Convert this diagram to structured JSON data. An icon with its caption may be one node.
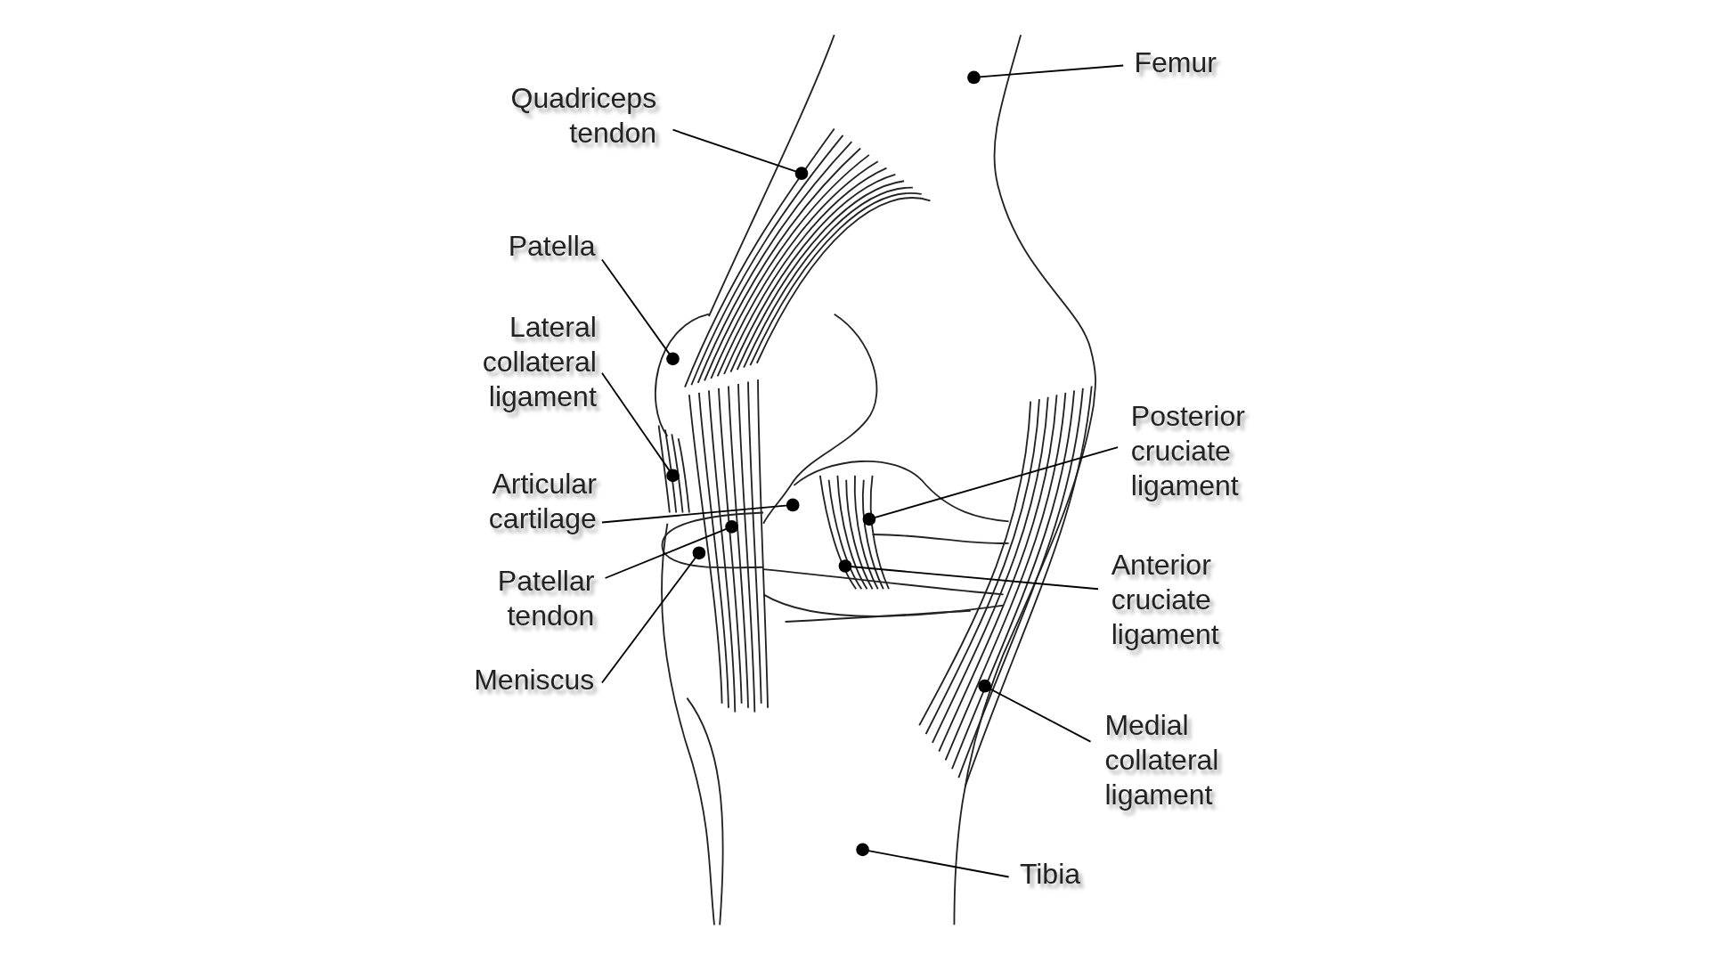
{
  "diagram": {
    "nodes": [
      {
        "text": [
          "Femur"
        ]
      },
      {
        "text": [
          "Quadriceps tendon"
        ]
      },
      {
        "text": [
          "Patella"
        ]
      },
      {
        "text": [
          "Lateral collateral ligament"
        ]
      },
      {
        "text": [
          "Articular cartilage"
        ]
      },
      {
        "text": [
          "Patellar tendon"
        ]
      },
      {
        "text": [
          "Meniscus"
        ]
      },
      {
        "text": [
          "Posterior cruciate ligament"
        ]
      },
      {
        "text": [
          "Anterior cruciate ligament"
        ]
      },
      {
        "text": [
          "Medial collateral ligament"
        ]
      },
      {
        "text": [
          "Tibia"
        ]
      }
    ],
    "edges": [
      {
        "from": 0,
        "to": null,
        "arrow": "other"
      },
      {
        "from": 1,
        "to": null,
        "arrow": "other"
      },
      {
        "from": 2,
        "to": null,
        "arrow": "other"
      },
      {
        "from": 3,
        "to": null,
        "arrow": "other"
      },
      {
        "from": 4,
        "to": null,
        "arrow": "other"
      },
      {
        "from": 5,
        "to": null,
        "arrow": "other"
      },
      {
        "from": 6,
        "to": null,
        "arrow": "other"
      },
      {
        "from": 7,
        "to": null,
        "arrow": "other"
      },
      {
        "from": 8,
        "to": null,
        "arrow": "other"
      },
      {
        "from": 9,
        "to": null,
        "arrow": "other"
      },
      {
        "from": 10,
        "to": null,
        "arrow": "other"
      }
    ]
  }
}
